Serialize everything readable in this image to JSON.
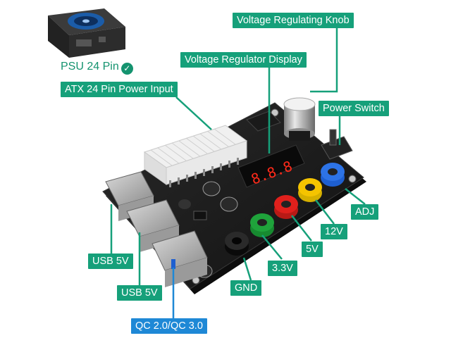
{
  "labels": {
    "psu": "PSU 24 Pin",
    "knob": "Voltage Regulating Knob",
    "display": "Voltage Regulator Display",
    "atx": "ATX 24 Pin Power Input",
    "power_switch": "Power Switch",
    "adj": "ADJ",
    "v12": "12V",
    "v5": "5V",
    "v33": "3.3V",
    "gnd": "GND",
    "usb1": "USB 5V",
    "usb2": "USB 5V",
    "qc": "QC 2.0/QC 3.0"
  },
  "display_value": "8.8.8",
  "colors": {
    "label_green": "#16a07a",
    "label_blue": "#1e88d6",
    "pcb": "#1b1b1b",
    "post_blue": "#1e5fd0",
    "post_yellow": "#f5c400",
    "post_red": "#e0201c",
    "post_green": "#1fa33b",
    "post_black": "#1a1a1a",
    "display_red": "#ff2a1a"
  }
}
